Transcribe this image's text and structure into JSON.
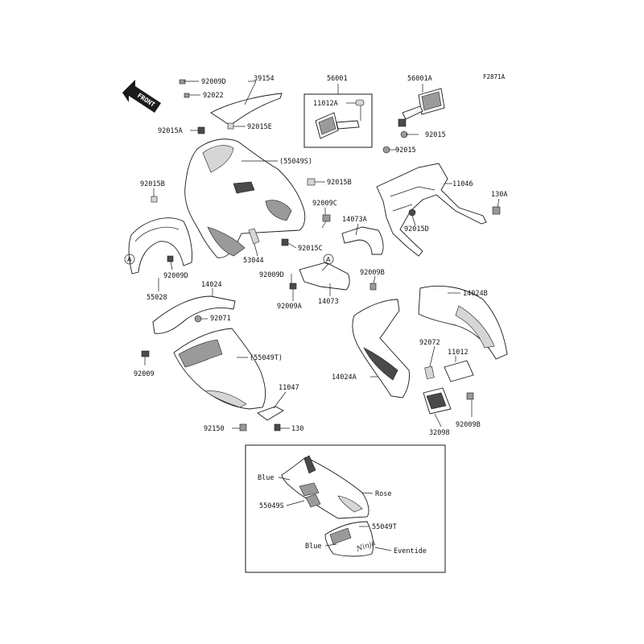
{
  "figure_id": "F2871A",
  "front_label": "FRONT",
  "circle_marker": "A",
  "labels": {
    "p92009D_top": "92009D",
    "p92022": "92022",
    "p39154": "39154",
    "p92015A": "92015A",
    "p92015E": "92015E",
    "p56001": "56001",
    "p11012A": "11012A",
    "p56001A": "56001A",
    "p92015_a": "92015",
    "p92015_b": "92015",
    "p55049S": "(55049S)",
    "p92015B_right": "92015B",
    "p92015B_left": "92015B",
    "p11046": "11046",
    "p130A": "130A",
    "p92009C": "92009C",
    "p14073A": "14073A",
    "p92015D": "92015D",
    "p92015C": "92015C",
    "p53044": "53044",
    "p92009D_left": "92009D",
    "p55028": "55028",
    "p92009D_mid": "92009D",
    "p92009A": "92009A",
    "p14073": "14073",
    "p92009B_top": "92009B",
    "p14024": "14024",
    "p14024B": "14024B",
    "p92071": "92071",
    "p55049T": "(55049T)",
    "p92009": "92009",
    "p92072": "92072",
    "p11012": "11012",
    "p14024A": "14024A",
    "p11047": "11047",
    "p92150": "92150",
    "p130": "130",
    "p92009B_bot": "92009B",
    "p32098": "32098"
  },
  "color_inset": {
    "blue_upper": "Blue",
    "rose": "Rose",
    "p55049S": "55049S",
    "p55049T": "55049T",
    "blue_lower": "Blue",
    "eventide": "Eventide",
    "badge_script": "Ninja"
  }
}
